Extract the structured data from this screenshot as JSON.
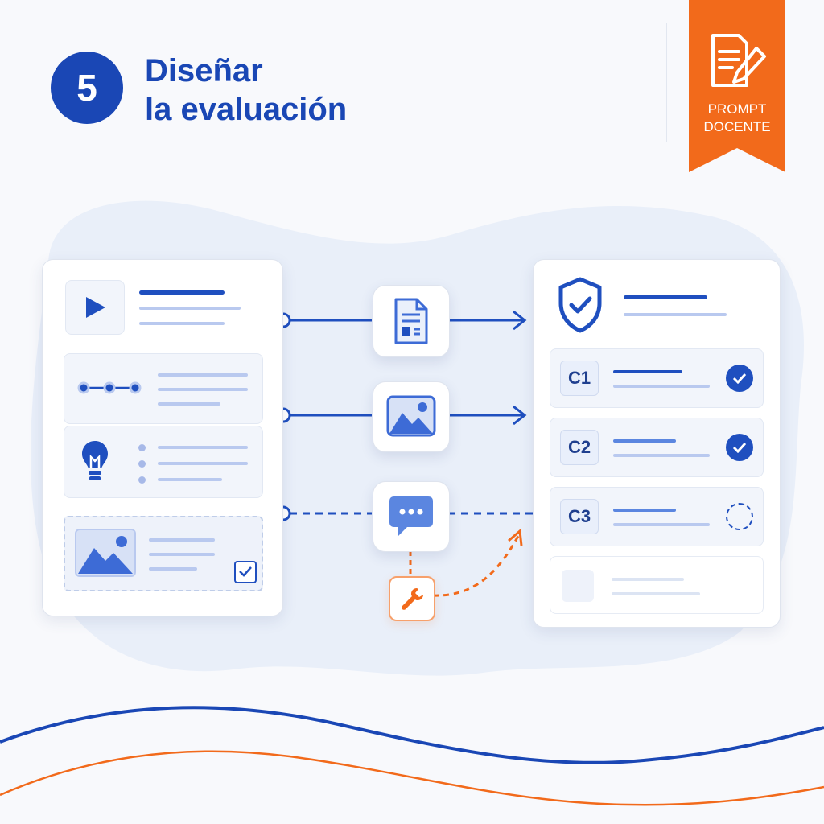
{
  "header": {
    "step_number": "5",
    "title_line1": "Diseñar",
    "title_line2": "la evaluación"
  },
  "badge": {
    "line1": "PROMPT",
    "line2": "DOCENTE",
    "icon": "document-pencil-icon"
  },
  "criteria": [
    {
      "label": "C1",
      "status": "checked"
    },
    {
      "label": "C2",
      "status": "checked"
    },
    {
      "label": "C3",
      "status": "pending"
    }
  ],
  "colors": {
    "primary": "#1f4fbf",
    "accent": "#f26a1b",
    "light_blue": "#b9c9ef",
    "background": "#f8f9fc"
  }
}
